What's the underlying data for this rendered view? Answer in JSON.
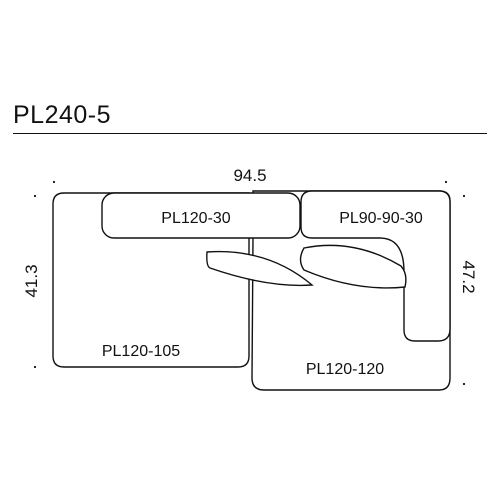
{
  "header": {
    "title": "PL240-5"
  },
  "dimensions": {
    "width": "94.5",
    "left_depth": "41.3",
    "right_depth": "47.2"
  },
  "modules": {
    "back_left": "PL120-30",
    "back_right": "PL90-90-30",
    "seat_left": "PL120-105",
    "seat_right": "PL120-120"
  }
}
